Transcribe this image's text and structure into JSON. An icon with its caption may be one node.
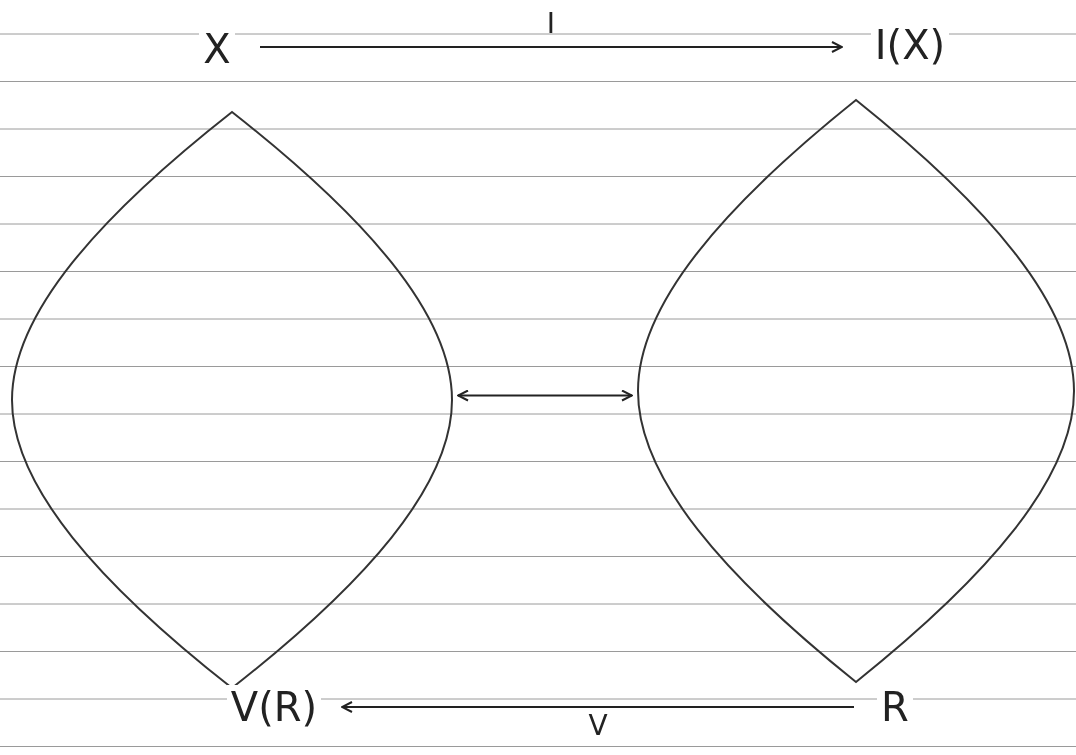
{
  "diagram": {
    "nodes": [
      {
        "text": [
          "X"
        ]
      },
      {
        "text": [
          "I(X)"
        ]
      },
      {
        "text": [],
        "shape": "lens"
      },
      {
        "text": [],
        "shape": "lens"
      },
      {
        "text": [
          "V(R)"
        ]
      },
      {
        "text": [
          "R"
        ]
      }
    ],
    "edges": [
      {
        "from": 0,
        "to": 1,
        "arrow": "to",
        "label": "I"
      },
      {
        "from": 2,
        "to": 3,
        "arrow": "both"
      },
      {
        "from": 5,
        "to": 4,
        "arrow": "to",
        "label": "V"
      }
    ]
  }
}
